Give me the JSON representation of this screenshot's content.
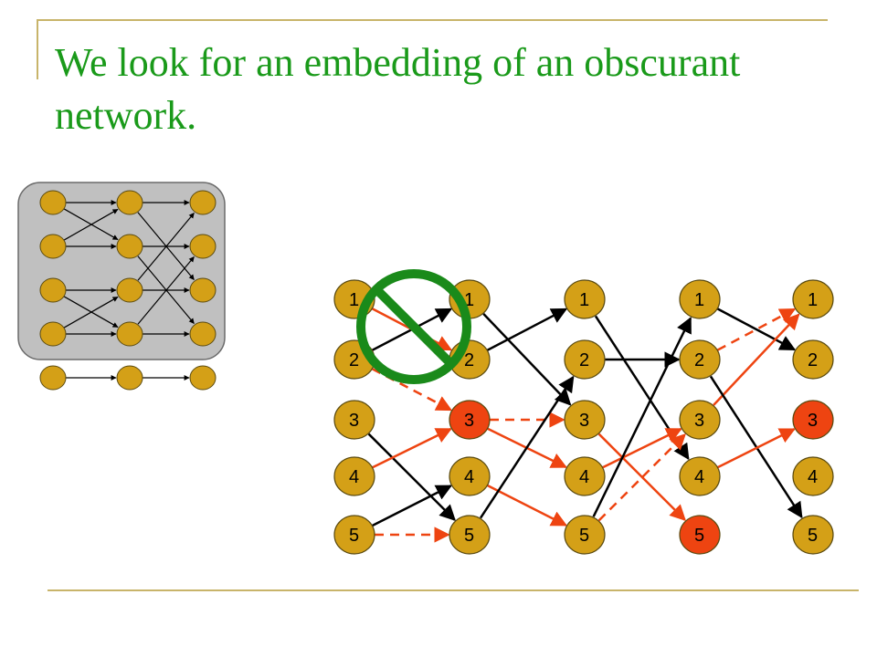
{
  "slide": {
    "title": "We look for an embedding of an obscurant network."
  },
  "colors": {
    "title": "#1a9a1a",
    "rule": "#c8b46a",
    "node_default": "#d4a017",
    "node_highlight": "#ee4411",
    "edge_black": "#000000",
    "edge_red": "#ee4411",
    "prohibition": "#1a8a1a",
    "inset_box": "#c0c0c0"
  },
  "network": {
    "columns": [
      {
        "nodes": [
          {
            "label": "1",
            "highlight": false
          },
          {
            "label": "2",
            "highlight": false
          },
          {
            "label": "3",
            "highlight": false
          },
          {
            "label": "4",
            "highlight": false
          },
          {
            "label": "5",
            "highlight": false
          }
        ]
      },
      {
        "nodes": [
          {
            "label": "1",
            "highlight": false
          },
          {
            "label": "2",
            "highlight": false
          },
          {
            "label": "3",
            "highlight": true
          },
          {
            "label": "4",
            "highlight": false
          },
          {
            "label": "5",
            "highlight": false
          }
        ]
      },
      {
        "nodes": [
          {
            "label": "1",
            "highlight": false
          },
          {
            "label": "2",
            "highlight": false
          },
          {
            "label": "3",
            "highlight": false
          },
          {
            "label": "4",
            "highlight": false
          },
          {
            "label": "5",
            "highlight": false
          }
        ]
      },
      {
        "nodes": [
          {
            "label": "1",
            "highlight": false
          },
          {
            "label": "2",
            "highlight": false
          },
          {
            "label": "3",
            "highlight": false
          },
          {
            "label": "4",
            "highlight": false
          },
          {
            "label": "5",
            "highlight": true
          }
        ]
      },
      {
        "nodes": [
          {
            "label": "1",
            "highlight": false
          },
          {
            "label": "2",
            "highlight": false
          },
          {
            "label": "3",
            "highlight": true
          },
          {
            "label": "4",
            "highlight": false
          },
          {
            "label": "5",
            "highlight": false
          }
        ]
      }
    ],
    "edges": [
      {
        "from": [
          0,
          1
        ],
        "to": [
          1,
          0
        ],
        "color": "black",
        "dashed": false
      },
      {
        "from": [
          0,
          0
        ],
        "to": [
          1,
          1
        ],
        "color": "red",
        "dashed": false
      },
      {
        "from": [
          0,
          1
        ],
        "to": [
          1,
          2
        ],
        "color": "red",
        "dashed": true
      },
      {
        "from": [
          0,
          2
        ],
        "to": [
          1,
          4
        ],
        "color": "black",
        "dashed": false
      },
      {
        "from": [
          0,
          3
        ],
        "to": [
          1,
          2
        ],
        "color": "red",
        "dashed": false
      },
      {
        "from": [
          0,
          4
        ],
        "to": [
          1,
          3
        ],
        "color": "black",
        "dashed": false
      },
      {
        "from": [
          0,
          4
        ],
        "to": [
          1,
          4
        ],
        "color": "red",
        "dashed": true
      },
      {
        "from": [
          1,
          1
        ],
        "to": [
          2,
          0
        ],
        "color": "black",
        "dashed": false
      },
      {
        "from": [
          1,
          0
        ],
        "to": [
          2,
          2
        ],
        "color": "black",
        "dashed": false
      },
      {
        "from": [
          1,
          2
        ],
        "to": [
          2,
          2
        ],
        "color": "red",
        "dashed": true
      },
      {
        "from": [
          1,
          2
        ],
        "to": [
          2,
          3
        ],
        "color": "red",
        "dashed": false
      },
      {
        "from": [
          1,
          3
        ],
        "to": [
          2,
          4
        ],
        "color": "red",
        "dashed": false
      },
      {
        "from": [
          1,
          4
        ],
        "to": [
          2,
          1
        ],
        "color": "black",
        "dashed": false
      },
      {
        "from": [
          2,
          0
        ],
        "to": [
          3,
          3
        ],
        "color": "black",
        "dashed": false
      },
      {
        "from": [
          2,
          1
        ],
        "to": [
          3,
          1
        ],
        "color": "black",
        "dashed": false
      },
      {
        "from": [
          2,
          2
        ],
        "to": [
          3,
          4
        ],
        "color": "red",
        "dashed": false
      },
      {
        "from": [
          2,
          3
        ],
        "to": [
          3,
          2
        ],
        "color": "red",
        "dashed": false
      },
      {
        "from": [
          2,
          4
        ],
        "to": [
          3,
          0
        ],
        "color": "black",
        "dashed": false
      },
      {
        "from": [
          2,
          4
        ],
        "to": [
          3,
          2
        ],
        "color": "red",
        "dashed": true
      },
      {
        "from": [
          3,
          0
        ],
        "to": [
          4,
          1
        ],
        "color": "black",
        "dashed": false
      },
      {
        "from": [
          3,
          1
        ],
        "to": [
          4,
          0
        ],
        "color": "red",
        "dashed": true
      },
      {
        "from": [
          3,
          2
        ],
        "to": [
          4,
          0
        ],
        "color": "red",
        "dashed": false
      },
      {
        "from": [
          3,
          1
        ],
        "to": [
          4,
          4
        ],
        "color": "black",
        "dashed": false
      },
      {
        "from": [
          3,
          3
        ],
        "to": [
          4,
          2
        ],
        "color": "red",
        "dashed": false
      }
    ]
  },
  "inset": {
    "columns": 3,
    "rows": 5,
    "edges": [
      [
        0,
        0,
        1,
        0
      ],
      [
        0,
        0,
        1,
        1
      ],
      [
        0,
        1,
        1,
        0
      ],
      [
        0,
        1,
        1,
        1
      ],
      [
        0,
        2,
        1,
        2
      ],
      [
        0,
        2,
        1,
        3
      ],
      [
        0,
        3,
        1,
        2
      ],
      [
        0,
        3,
        1,
        3
      ],
      [
        0,
        4,
        1,
        4
      ],
      [
        1,
        0,
        2,
        0
      ],
      [
        1,
        0,
        2,
        2
      ],
      [
        1,
        1,
        2,
        1
      ],
      [
        1,
        1,
        2,
        3
      ],
      [
        1,
        2,
        2,
        0
      ],
      [
        1,
        2,
        2,
        2
      ],
      [
        1,
        3,
        2,
        1
      ],
      [
        1,
        3,
        2,
        3
      ],
      [
        1,
        4,
        2,
        4
      ]
    ]
  }
}
